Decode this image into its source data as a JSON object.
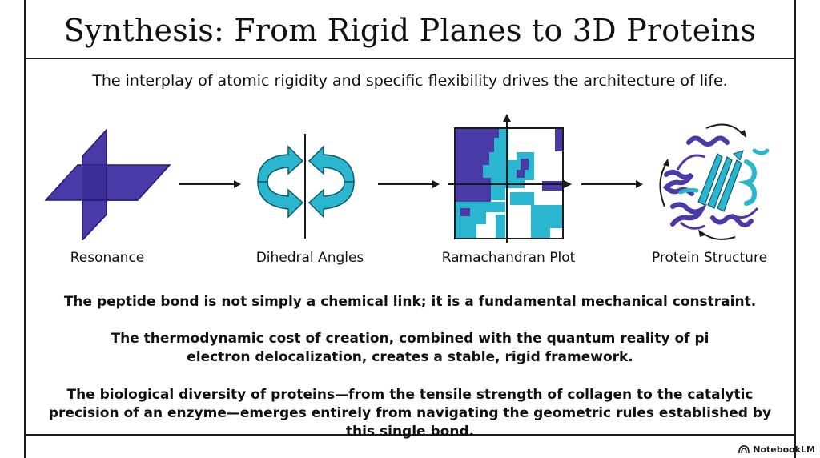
{
  "header": {
    "title": "Synthesis: From Rigid Planes to 3D Proteins",
    "subtitle": "The interplay of atomic rigidity and specific flexibility drives the architecture of life."
  },
  "stages": [
    {
      "label": "Resonance",
      "icon": "resonance-planes-icon"
    },
    {
      "label": "Dihedral Angles",
      "icon": "rotation-arrows-icon"
    },
    {
      "label": "Ramachandran Plot",
      "icon": "ramachandran-plot-icon"
    },
    {
      "label": "Protein Structure",
      "icon": "protein-ribbon-icon"
    }
  ],
  "paragraphs": [
    "The peptide bond is not simply a chemical link; it is a fundamental mechanical constraint.",
    "The thermodynamic cost of creation, combined with the quantum reality of pi electron delocalization, creates a stable, rigid framework.",
    "The biological diversity of proteins—from the tensile strength of collagen to the catalytic precision of an enzyme—emerges entirely from navigating the geometric rules established by this single bond."
  ],
  "brand": {
    "label": "NotebookLM"
  },
  "colors": {
    "purple": "#4a3aa8",
    "teal": "#2bb6cf",
    "line": "#1a1a1a"
  }
}
